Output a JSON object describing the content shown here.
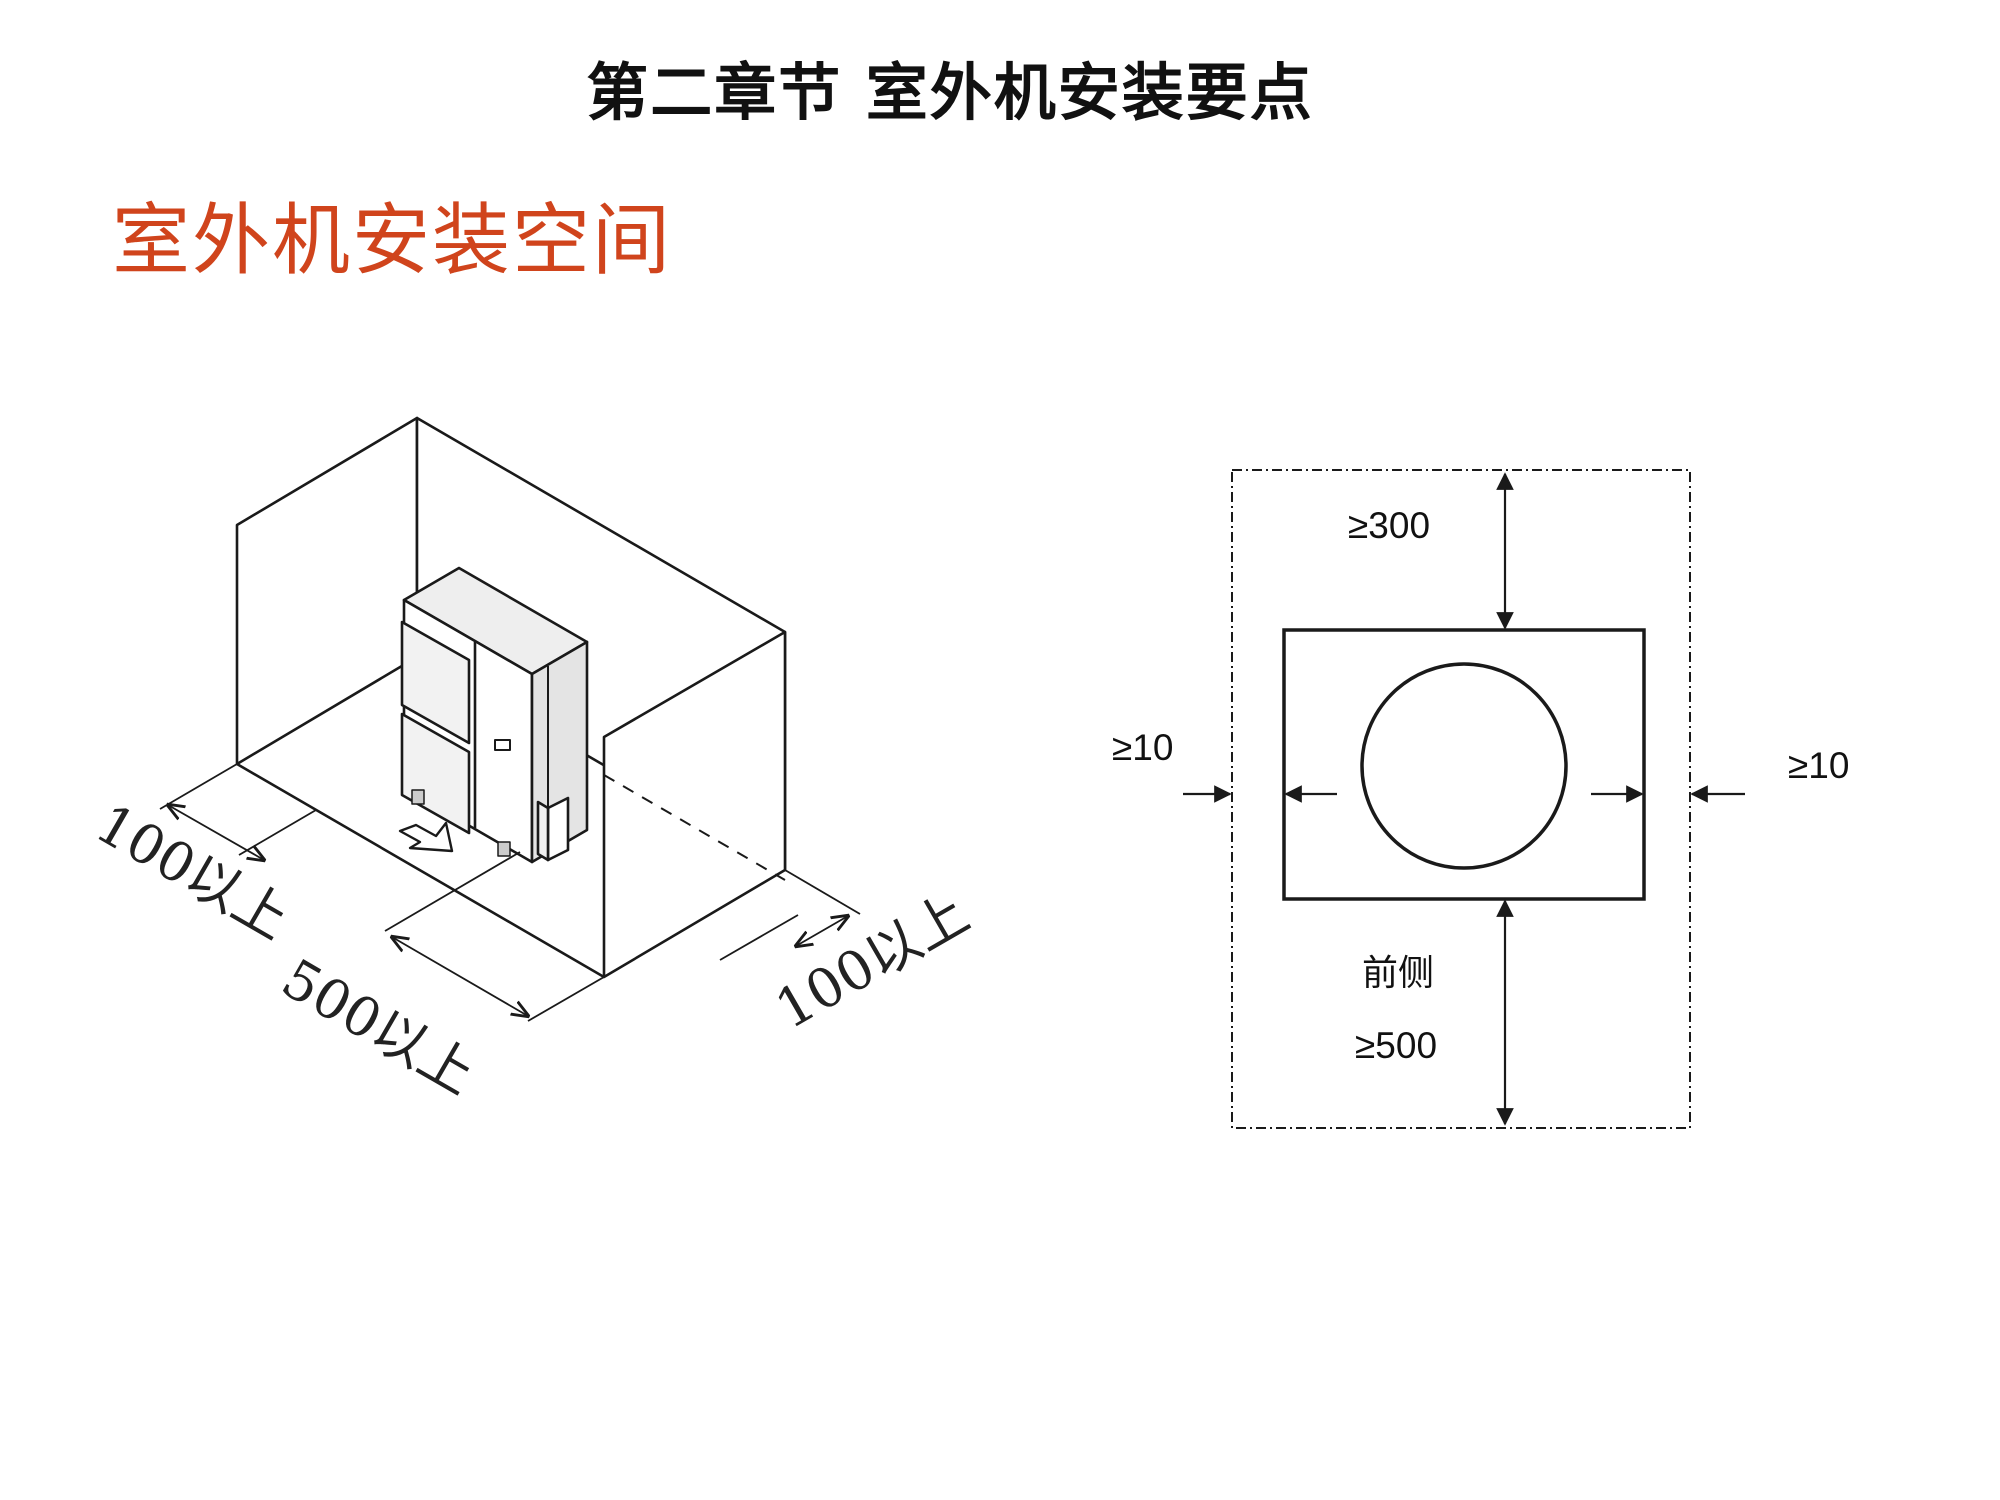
{
  "header": {
    "chapter_title": "第二章节  室外机安装要点",
    "section_title": "室外机安装空间"
  },
  "isometric_view": {
    "left_clearance": "100以上",
    "front_clearance": "500以上",
    "right_clearance": "100以上"
  },
  "plan_view": {
    "top_clearance": "≥300",
    "left_clearance": "≥10",
    "right_clearance": "≥10",
    "front_side_label": "前侧",
    "front_clearance": "≥500"
  },
  "colors": {
    "section_title": "#d0441c",
    "line": "#1a1a1a"
  }
}
